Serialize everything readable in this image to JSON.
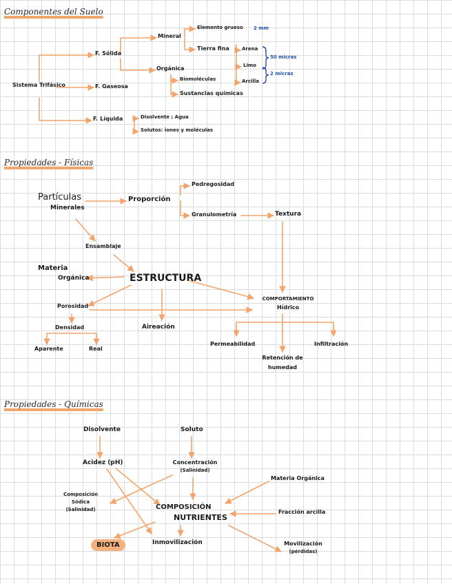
{
  "colors": {
    "arrow": "#f4a46a",
    "note": "#1f4fa8",
    "highlight": "#f4b07d"
  },
  "section1": {
    "heading": "Componentes del Suelo",
    "root": "Sistema Trifásico",
    "fase_solida": "F. Sólida",
    "fase_gaseosa": "F. Gaseosa",
    "fase_liquida": "F. Líquida",
    "mineral": "Mineral",
    "organica": "Orgánica",
    "elemento_grueso": "Elemento grueso",
    "grueso_note": "2 mm",
    "tierra_fina": "Tierra fina",
    "arena": "Arena",
    "limo": "Limo",
    "arcilla": "Arcilla",
    "note_50": "50 micras",
    "note_2": "2 micras",
    "biomoleculas": "Biomoléculas",
    "sustancias": "Sustancias químicas",
    "disolvente": "Disolvente ; Agua",
    "solutos": "Solutos: iones y moléculas"
  },
  "section2": {
    "heading": "Propiedades - Físicas",
    "particulas": "Partículas",
    "minerales": "Minerales",
    "proporcion": "Proporción",
    "pedregosidad": "Pedregosidad",
    "granulometria": "Granulometría",
    "textura": "Textura",
    "ensamblaje": "Ensamblaje",
    "materia": "Materia",
    "organica": "Orgánica",
    "estructura": "ESTRUCTURA",
    "comportamiento": "COMPORTAMIENTO",
    "hidrico": "Hídrico",
    "porosidad": "Porosidad",
    "densidad": "Densidad",
    "aparente": "Aparente",
    "real": "Real",
    "aireacion": "Aireación",
    "permeabilidad": "Permeabilidad",
    "infiltracion": "Infiltración",
    "retencion": "Retención de",
    "humedad": "humedad"
  },
  "section3": {
    "heading": "Propiedades - Químicas",
    "disolvente": "Disolvente",
    "soluto": "Soluto",
    "acidez": "Acidez (pH)",
    "concentracion": "Concentración",
    "salinidad": "(Salinidad)",
    "materia_organica": "Materia Orgánica",
    "composicion_sodica": "Composición",
    "sodica": "Sódica",
    "sodica_salinidad": "(Salinidad)",
    "composicion": "COMPOSICIÓN",
    "nutrientes": "NUTRIENTES",
    "fraccion_arcilla": "Fracción arcilla",
    "biota": "BIOTA",
    "inmovilizacion": "Inmovilización",
    "movilizacion": "Movilización",
    "perdidas": "(pérdidas)"
  }
}
